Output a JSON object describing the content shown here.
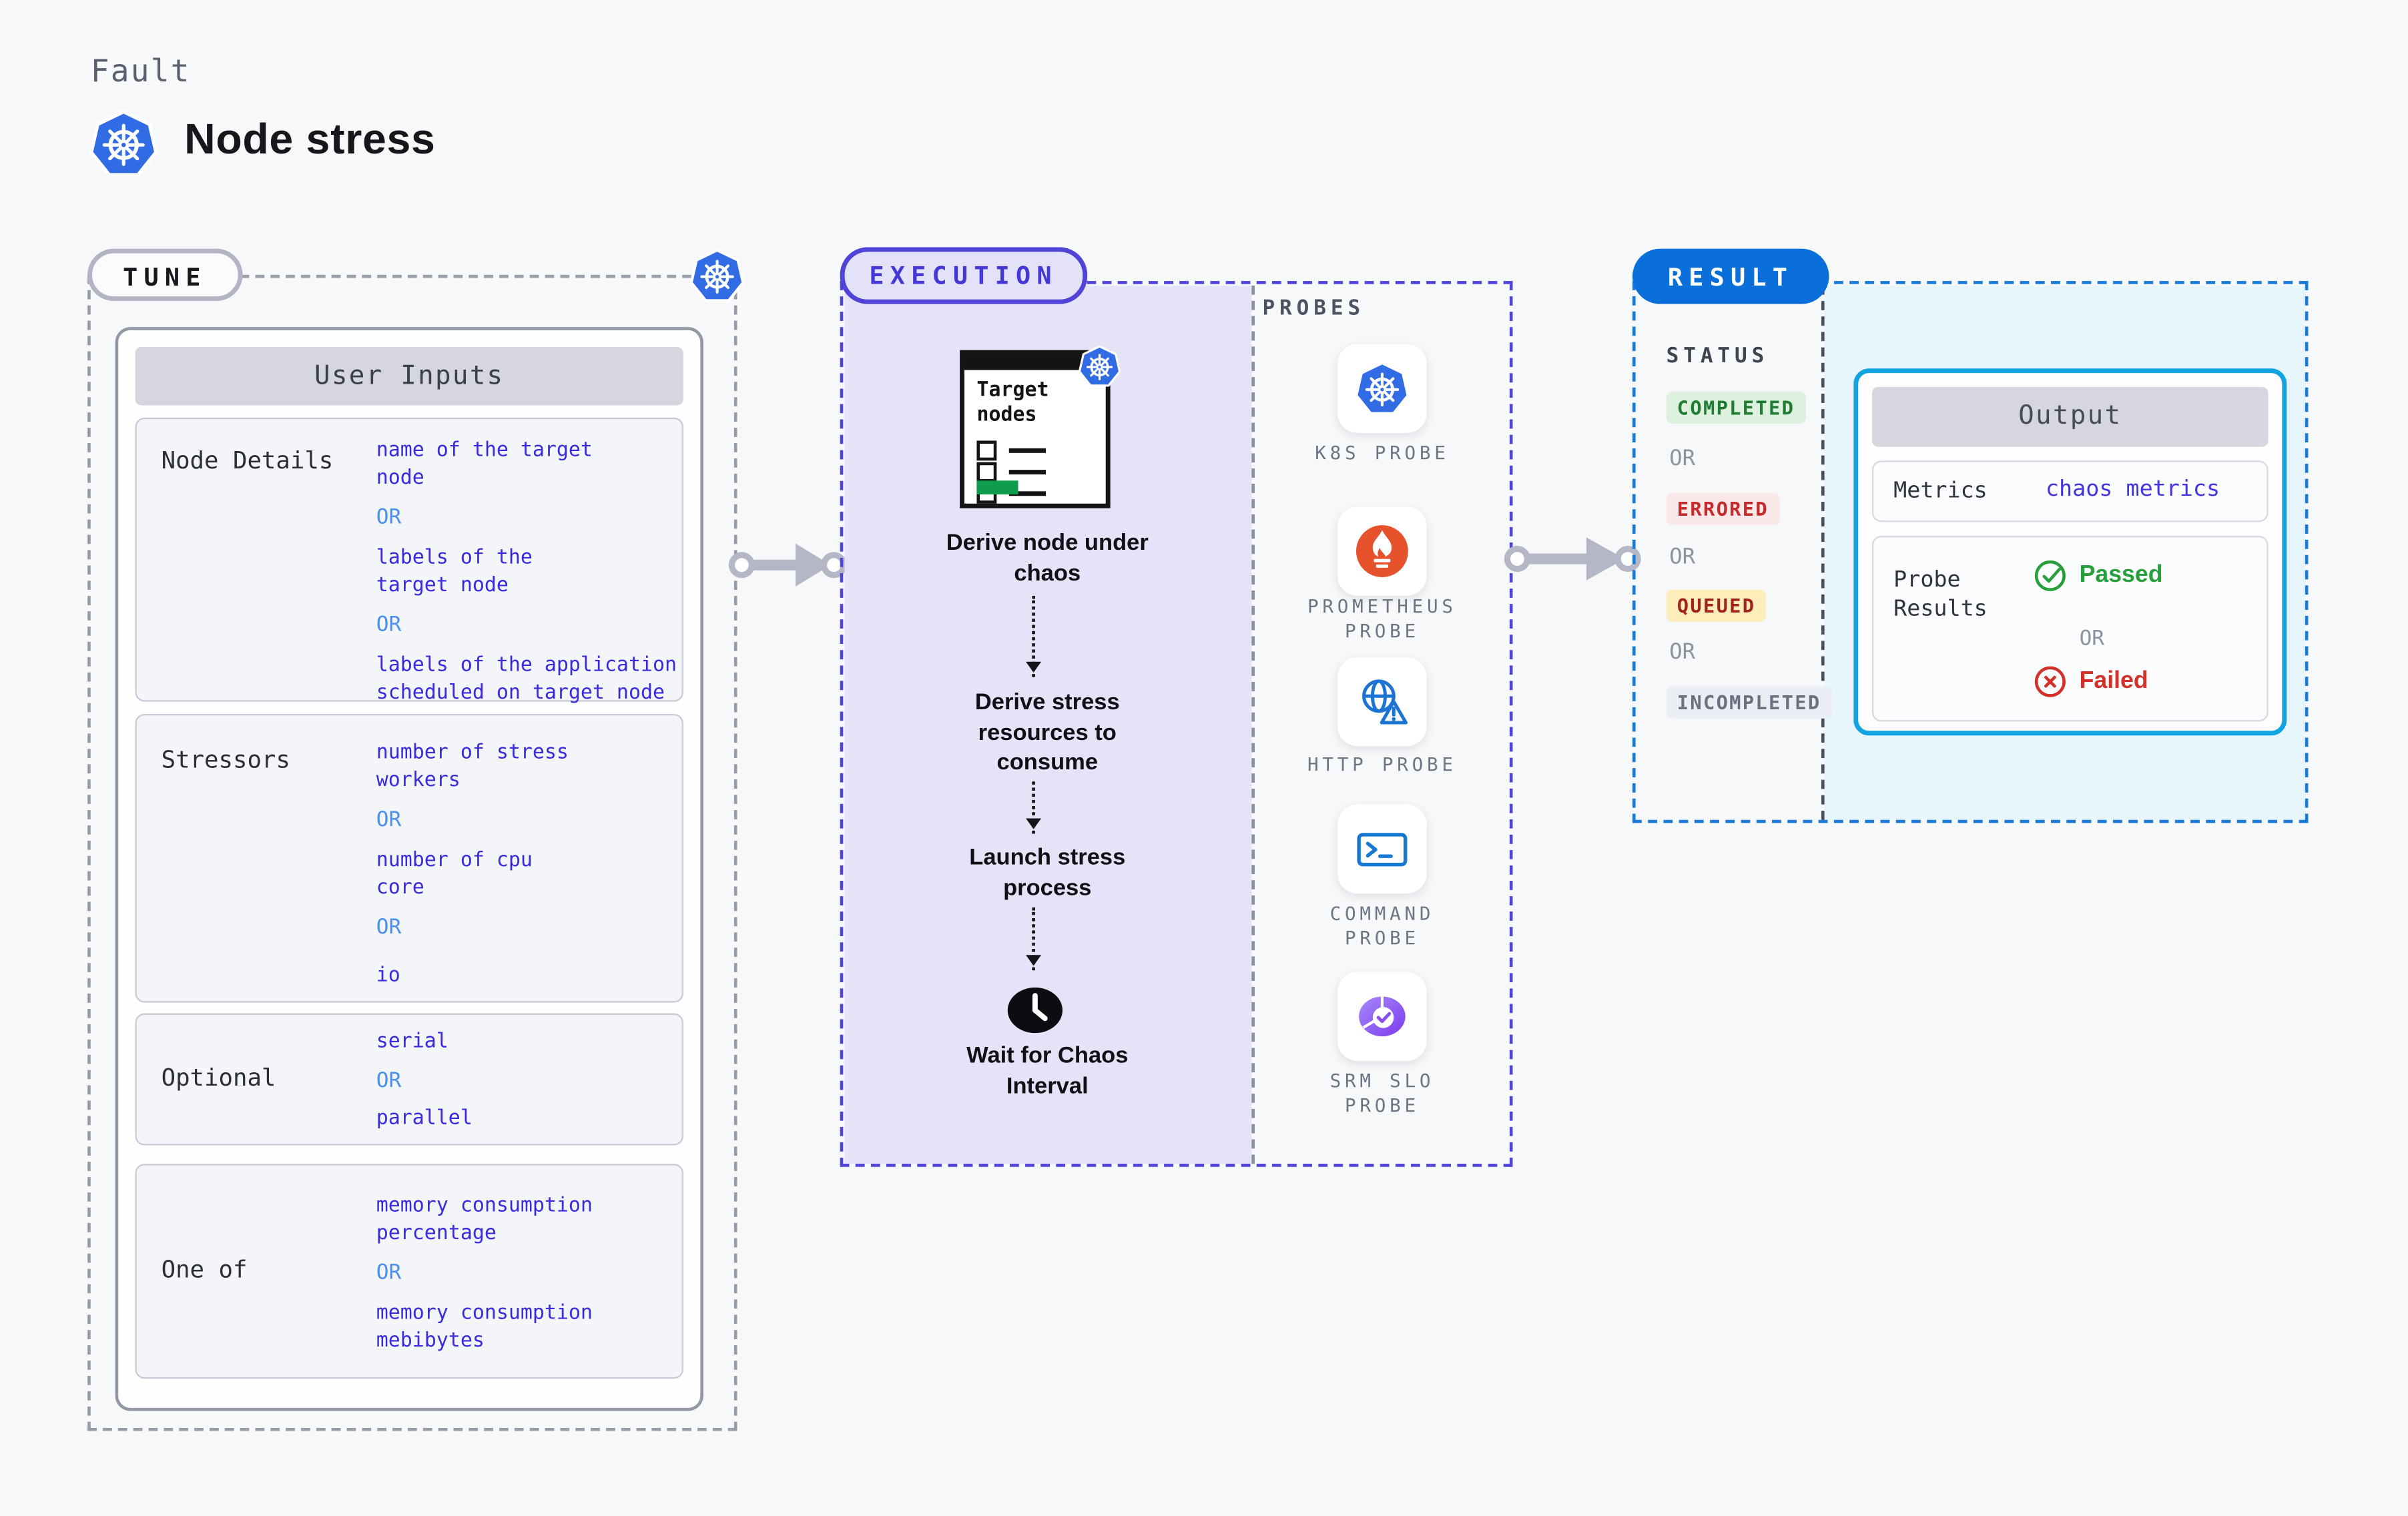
{
  "page": {
    "eyebrow": "Fault",
    "title": "Node stress"
  },
  "colors": {
    "page_bg": "#f7f8fa",
    "kubernetes_blue": "#326ce5",
    "tune_border": "#979ca6",
    "execution_indigo": "#4f43d8",
    "execution_fill": "#e4e3f8",
    "result_blue": "#0b6fd9",
    "result_dash": "#1879d6",
    "output_cyan_border": "#12a3e2",
    "output_cyan_bg": "#e7f5fd",
    "value_blue": "#3a2ae0",
    "or_blue": "#4a90ee",
    "passed_green": "#27a03c",
    "failed_red": "#d3302a",
    "arrow_gray": "#b5b7c6",
    "prometheus_orange": "#e6522c",
    "probe_icon_blue": "#1b74d4",
    "srm_purple": "#7d3bed",
    "clipboard_green": "#0f9d4d"
  },
  "tune": {
    "badge": "TUNE",
    "table_header": "User Inputs",
    "rows": [
      {
        "label": "Node Details",
        "lines": [
          "name of the target\nnode",
          "OR",
          "labels of the\ntarget node",
          "OR",
          "labels of the application\nscheduled on target node"
        ]
      },
      {
        "label": "Stressors",
        "lines": [
          "number of stress\nworkers",
          "OR",
          "number of cpu\ncore",
          "OR",
          "io"
        ]
      },
      {
        "label": "Optional",
        "lines": [
          "serial",
          "OR",
          "parallel"
        ]
      },
      {
        "label": "One of",
        "lines": [
          "memory consumption\npercentage",
          "OR",
          "memory consumption\nmebibytes"
        ]
      }
    ]
  },
  "execution": {
    "badge": "EXECUTION",
    "clipboard_title": "Target\nnodes",
    "steps": [
      "Derive node under\nchaos",
      "Derive stress\nresources to\nconsume",
      "Launch stress\nprocess",
      "Wait for Chaos\nInterval"
    ]
  },
  "probes": {
    "header": "PROBES",
    "items": [
      {
        "label": "K8S PROBE",
        "icon": "kubernetes-icon"
      },
      {
        "label": "PROMETHEUS\nPROBE",
        "icon": "prometheus-icon"
      },
      {
        "label": "HTTP PROBE",
        "icon": "http-globe-warning-icon"
      },
      {
        "label": "COMMAND\nPROBE",
        "icon": "terminal-icon"
      },
      {
        "label": "SRM SLO\nPROBE",
        "icon": "slo-pie-check-icon"
      }
    ]
  },
  "result": {
    "badge": "RESULT",
    "status_header": "STATUS",
    "or": "OR",
    "statuses": [
      {
        "label": "COMPLETED",
        "fg": "#1e7d32",
        "bg": "#def1df"
      },
      {
        "label": "ERRORED",
        "fg": "#c62a2a",
        "bg": "#fbe8e8"
      },
      {
        "label": "QUEUED",
        "fg": "#a1231e",
        "bg": "#fdedba"
      },
      {
        "label": "INCOMPLETED",
        "fg": "#6a7180",
        "bg": "#eceef5"
      }
    ],
    "output": {
      "header": "Output",
      "metrics_label": "Metrics",
      "metrics_value": "chaos metrics",
      "probe_results_label": "Probe\nResults",
      "passed": "Passed",
      "or": "OR",
      "failed": "Failed"
    }
  }
}
